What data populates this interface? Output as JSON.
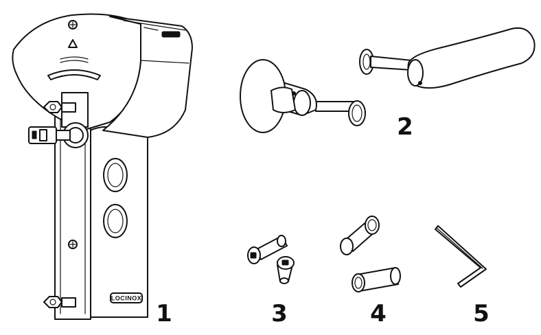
{
  "diagram": {
    "brand_text": "LOCINOX",
    "callouts": [
      "1",
      "2",
      "3",
      "4",
      "5"
    ]
  },
  "icons": [
    "lock-body-icon",
    "handle-set-icon",
    "screws-icon",
    "sleeves-icon",
    "allen-key-icon"
  ],
  "colors": {
    "line": "#111111",
    "background": "#ffffff",
    "shade": "#e9e9e9"
  }
}
